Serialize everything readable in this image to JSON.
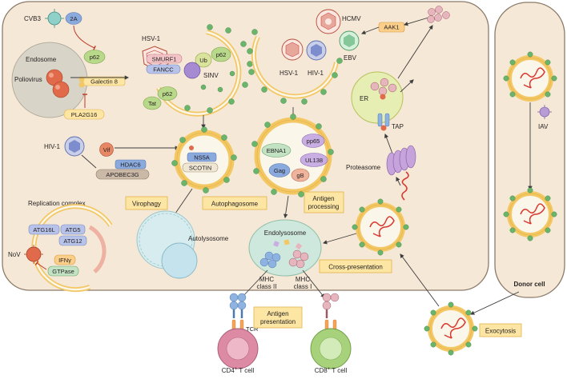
{
  "labels": {
    "cvb3": "CVB3",
    "p2a": "2A",
    "p62_top": "p62",
    "endosome": "Endosome",
    "poliovirus": "Poliovirus",
    "galectin8": "Galectin 8",
    "pla2g16": "PLA2G16",
    "hsv1_top": "HSV-1",
    "smurf1": "SMURF1",
    "fancc": "FANCC",
    "ub": "Ub",
    "p62_ring": "p62",
    "sinv": "SINV",
    "tat": "Tat",
    "p62_low": "p62",
    "hcmv": "HCMV",
    "ebv": "EBV",
    "hsv1_mid": "HSV-1",
    "hiv1_mid": "HIV-1",
    "aak1": "AAK1",
    "er": "ER",
    "tap": "TAP",
    "proteasome": "Proteasome",
    "hiv1_left": "HIV-1",
    "vif": "Vif",
    "hdac6": "HDAC6",
    "apobec3g": "APOBEC3G",
    "ns5a": "NS5A",
    "scotin": "SCOTIN",
    "pp65": "pp65",
    "ebna1": "EBNA1",
    "ul138": "UL138",
    "gag": "Gag",
    "gb": "gB",
    "replication_complex": "Replication complex",
    "atg16l": "ATG16L",
    "atg5": "ATG5",
    "atg12": "ATG12",
    "nov": "NoV",
    "ifng": "IFNγ",
    "gtpase": "GTPase",
    "virophagy": "Virophagy",
    "autophagosome": "Autophagosome",
    "antigen_processing_1": "Antigen",
    "antigen_processing_2": "processing",
    "autolysosome": "Autolysosome",
    "endolysosome": "Endolysosome",
    "mhc2_1": "MHC",
    "mhc2_2": "class II",
    "mhc1_1": "MHC",
    "mhc1_2": "class I",
    "cross_presentation": "Cross-presentation",
    "antigen_presentation_1": "Antigen",
    "antigen_presentation_2": "presentation",
    "tcr": "TCR",
    "cd4_prefix": "CD4",
    "cd4_suffix": " T cell",
    "cd8_prefix": "CD8",
    "cd8_suffix": " T cell",
    "iav": "IAV",
    "donor_cell": "Donor cell",
    "exocytosis": "Exocytosis"
  },
  "colors": {
    "cytoplasm": "#f5e8d6",
    "cell_border": "#8c7b6a",
    "membrane": "#f3c763",
    "autophagosome_fill": "#fbf6ea",
    "endosome": "#d8d4c7",
    "green_dot": "#69b56c",
    "label_box": "#fde6a3",
    "virus_red": "#e06a4a",
    "virus_grey": "#a7a8ad",
    "virus_blue": "#7d8ccc",
    "virus_purple": "#b79bd4",
    "cd4_cell": "#dd8aa4",
    "cd8_cell": "#a7d27b",
    "endolysosome": "#cfe8dd",
    "rna": "#d9382f"
  }
}
